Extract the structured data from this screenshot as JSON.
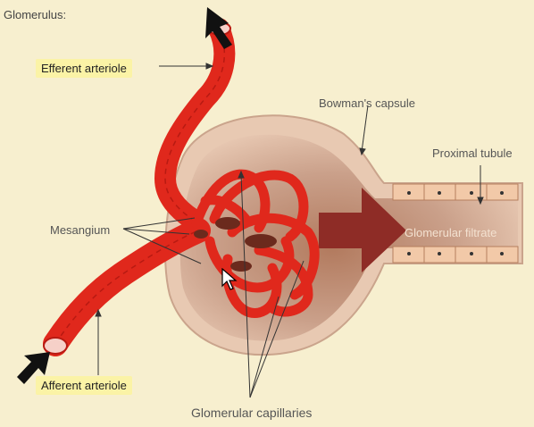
{
  "title": "Glomerulus:",
  "labels": {
    "efferent": "Efferent arteriole",
    "afferent": "Afferent arteriole",
    "bowman": "Bowman's capsule",
    "proximal": "Proximal tubule",
    "mesangium": "Mesangium",
    "filtrate": "Glomerular filtrate",
    "capillaries": "Glomerular capillaries"
  },
  "colors": {
    "background": "#f7efcf",
    "label_highlight": "#fbf3a6",
    "vessel": "#e0281c",
    "capsule": "#c89a7f",
    "filtrate_arrow": "#8e2c26"
  }
}
